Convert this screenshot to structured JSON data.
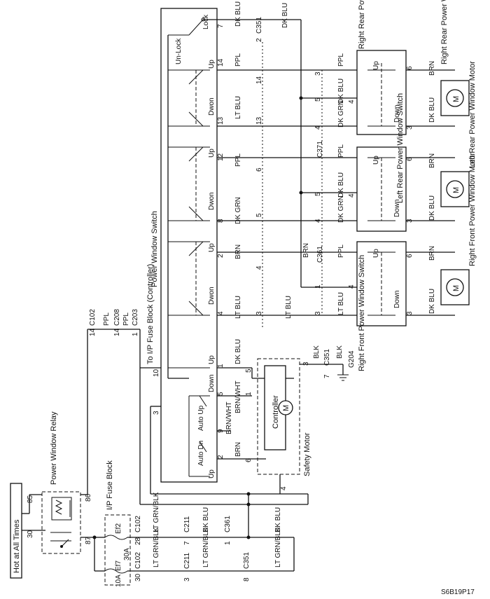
{
  "hot_at_all_times": "Hot at All Times",
  "relay_label": "Power Window Relay",
  "ip_fuse_block": "I/P Fuse Block",
  "fuses": {
    "ef7": "Ef7",
    "ef2": "Ef2",
    "a30": "30A",
    "a10": "10A"
  },
  "pins_relay": {
    "p85": "85",
    "p30": "30",
    "p86": "86",
    "p87": "87"
  },
  "switch_title": "Power Window Switch",
  "to_fuse_block": "To I/P Fuse Block (Controller)",
  "safety_motor": "Safety Motor",
  "controller": "Controller",
  "motor_symbol": "M",
  "connectors": {
    "c102": "C102",
    "c208": "C208",
    "c203": "C203",
    "c211": "C211",
    "c361": "C361",
    "c351": "C351",
    "c371": "C371",
    "g204": "G204"
  },
  "wires": {
    "ppl": "PPL",
    "lt_blu": "LT BLU",
    "dk_blu": "DK BLU",
    "dk_grn": "DK GRN",
    "brn": "BRN",
    "blk": "BLK",
    "brn_wht": "BRN/WHT",
    "lt_grn_blk": "LT GRN/BLK"
  },
  "switch_labels": {
    "lock": "Lock",
    "unlock": "Un-Lock",
    "up": "Up",
    "down": "Down",
    "dwon": "Dwon",
    "auto_up": "Auto Up",
    "auto_dn": "Auto Dn"
  },
  "devices": {
    "rr_switch": "Right Rear Power Window Switch",
    "rr_motor": "Right Rear Power Window Motor",
    "lr_switch": "Left Rear Power Window Switch",
    "lr_motor": "Left Rear Power Window Motor",
    "rf_switch": "Right Front Power Window Switch",
    "rf_motor": "Right Front Power Window Motor"
  },
  "pin_numbers": [
    "1",
    "2",
    "3",
    "4",
    "5",
    "6",
    "7",
    "8",
    "9",
    "10",
    "12",
    "13",
    "14",
    "28",
    "30"
  ],
  "figure_id": "S6B19P17"
}
